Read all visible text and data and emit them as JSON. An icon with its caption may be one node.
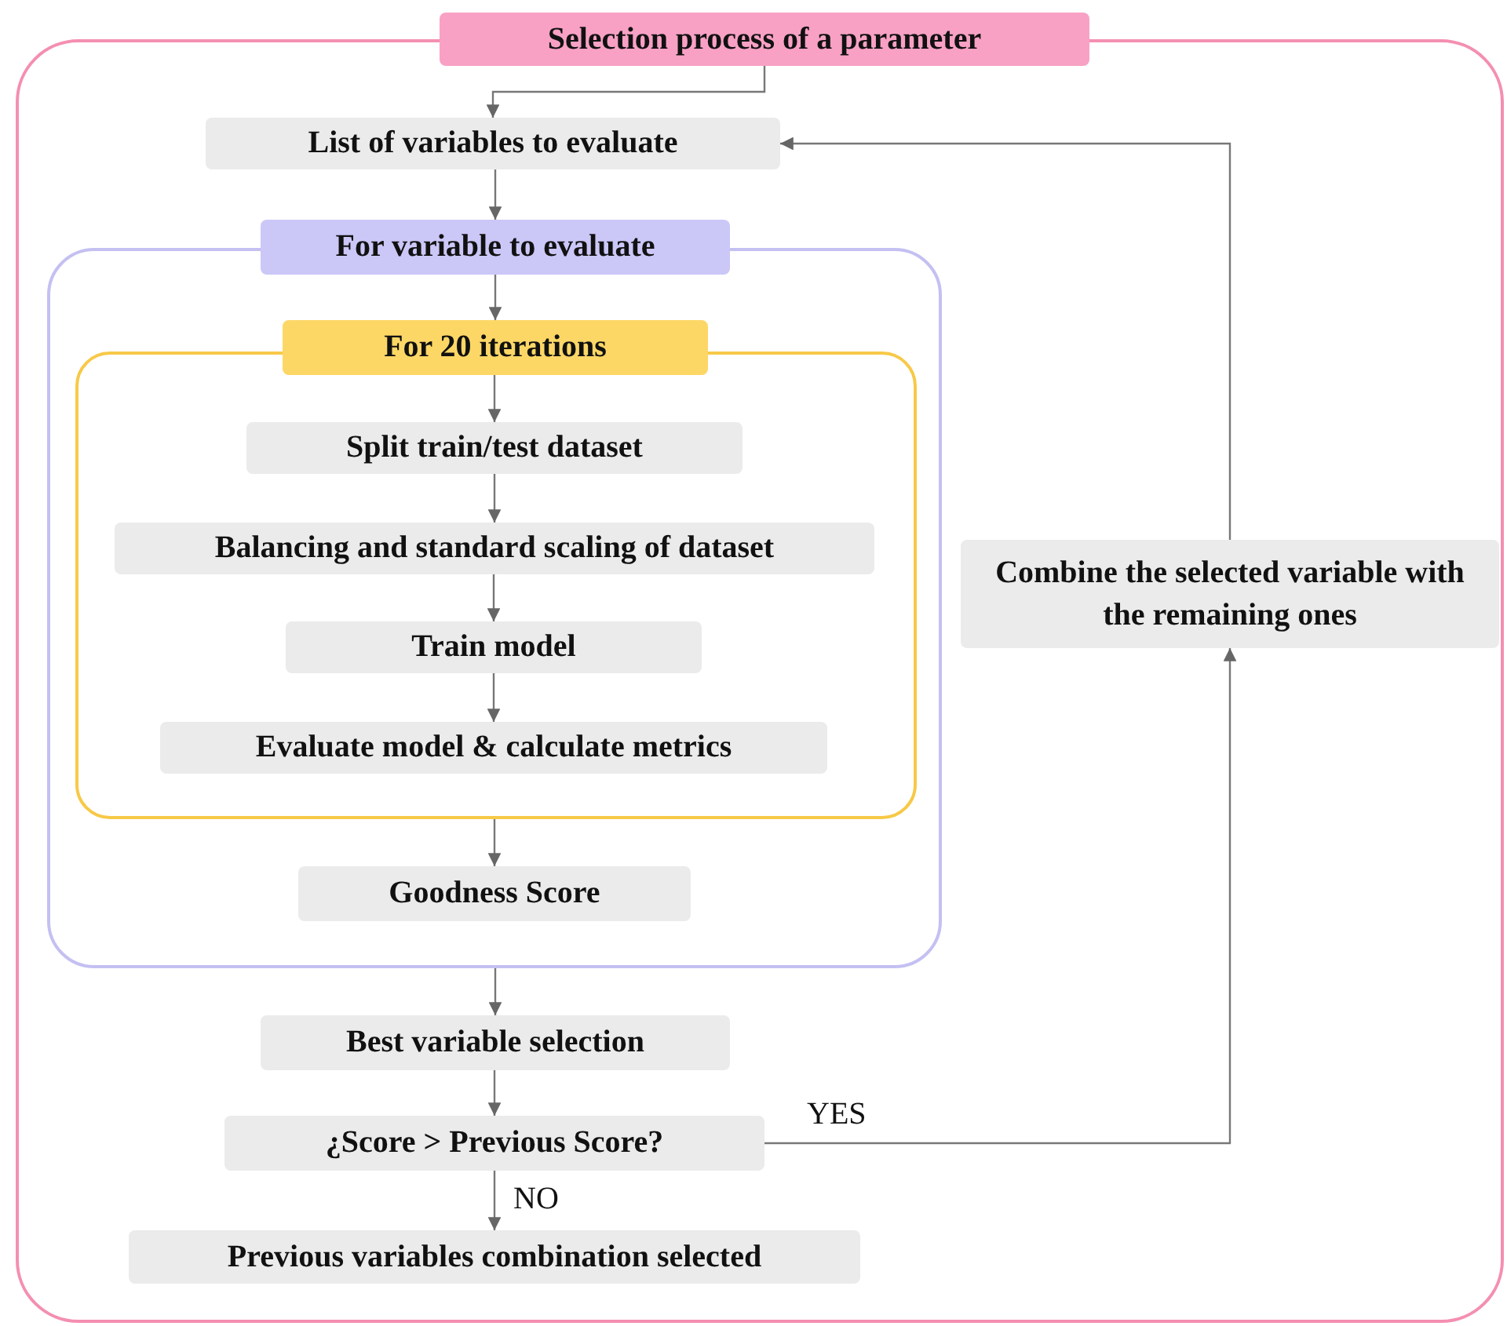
{
  "diagram": {
    "nodes": [
      {
        "text": [
          "Selection process of a parameter"
        ]
      },
      {
        "text": [
          "List of variables to evaluate"
        ],
        "in": 0
      },
      {
        "text": [
          "For variable to evaluate"
        ],
        "in": 0
      },
      {
        "text": [
          "For 20 iterations"
        ],
        "in": 2
      },
      {
        "text": [
          "Split train/test dataset"
        ],
        "in": 3
      },
      {
        "text": [
          "Balancing and standard scaling of dataset"
        ],
        "in": 3
      },
      {
        "text": [
          "Train model"
        ],
        "in": 3
      },
      {
        "text": [
          "Evaluate model & calculate metrics"
        ],
        "in": 3
      },
      {
        "text": [
          "Goodness Score"
        ],
        "in": 2
      },
      {
        "text": [
          "Best variable selection"
        ],
        "in": 0
      },
      {
        "text": [
          "¿Score > Previous Score?"
        ],
        "in": 0
      },
      {
        "text": [
          "Previous variables combination selected"
        ],
        "in": 0
      },
      {
        "text": [
          "Combine the selected variable with the remaining ones"
        ],
        "in": 0
      }
    ],
    "edges": [
      {
        "from": 0,
        "to": 1,
        "arrow": "to"
      },
      {
        "from": 1,
        "to": 2,
        "arrow": "to"
      },
      {
        "from": 2,
        "to": 3,
        "arrow": "to"
      },
      {
        "from": 3,
        "to": 4,
        "arrow": "to"
      },
      {
        "from": 4,
        "to": 5,
        "arrow": "to"
      },
      {
        "from": 5,
        "to": 6,
        "arrow": "to"
      },
      {
        "from": 6,
        "to": 7,
        "arrow": "to"
      },
      {
        "from": 3,
        "to": 8,
        "arrow": "to"
      },
      {
        "from": 2,
        "to": 9,
        "arrow": "to"
      },
      {
        "from": 9,
        "to": 10,
        "arrow": "to"
      },
      {
        "from": 10,
        "to": 11,
        "arrow": "to",
        "label": "NO"
      },
      {
        "from": 10,
        "to": 12,
        "arrow": "to",
        "label": "YES"
      },
      {
        "from": 12,
        "to": 1,
        "arrow": "to"
      }
    ]
  }
}
